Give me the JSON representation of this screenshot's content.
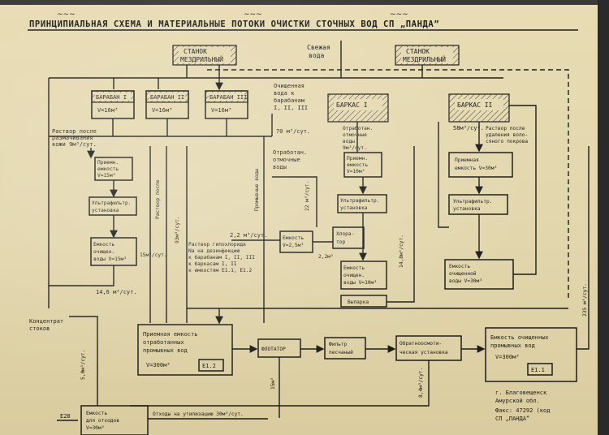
{
  "title": "ПРИНЦИПИАЛЬНАЯ СХЕМА И МАТЕРИАЛЬНЫЕ ПОТОКИ ОЧИСТКИ СТОЧНЫХ ВОД СП „ПАНДА”",
  "nodes": {
    "stanok_left": [
      "СТАНОК",
      "МЕЗДРИЛЬНЫЙ"
    ],
    "stanok_right": [
      "СТАНОК",
      "МЕЗДРИЛЬНЫЙ"
    ],
    "fresh_water": [
      "Свежая",
      "вода"
    ],
    "baraban1": [
      "БАРАБАН I",
      "V=16м³"
    ],
    "baraban2": [
      "БАРАБАН II",
      "V=16м³"
    ],
    "baraban3": [
      "БАРАБАН III",
      "V=16м³"
    ],
    "cleaned_water": [
      "Очищенная",
      "вода к",
      "барабанам",
      "I, II, III"
    ],
    "barkas1": "БАРКАС I",
    "barkas2": "БАРКАС II",
    "razm_solution": [
      "Раствор после",
      "размачивания",
      "кожи 9м³/сут."
    ],
    "recv_small": [
      "Приемн.",
      "емкость",
      "V=15м³"
    ],
    "ultra_left": [
      "Ультрафильтр.",
      "установка"
    ],
    "tank_left": [
      "Емкость",
      "очищен.",
      "воды V=15м³"
    ],
    "otrab1": [
      "Отработан.",
      "отмочные",
      "воды",
      "9м³/сут."
    ],
    "otrab2": [
      "Отработан.",
      "отмочные",
      "воды"
    ],
    "recv_mid": [
      "Приемн.",
      "емкость",
      "V=10м³"
    ],
    "ultra_mid": [
      "Ультрафильтр.",
      "установка"
    ],
    "tank_mid": [
      "Емкость",
      "очищен.",
      "воды V=10м³"
    ],
    "vyparka": "Выпарка",
    "hlorator": [
      "Хлора-",
      "тор"
    ],
    "tank_small": [
      "Емкость",
      "V=2,5м³"
    ],
    "chlorine": [
      "Раствор гипохлорида",
      "Na на дезинфекцию",
      "к барабанам I, II, III",
      "к баркасам I, II",
      "к емкостям E1.1, E1.2"
    ],
    "right_solution": [
      "Раствор после",
      "удаления воло-",
      "сяного покрова"
    ],
    "recv_right": [
      "Приемная",
      "емкость V=30м³"
    ],
    "ultra_right": [
      "Ультрафильтр.",
      "установка"
    ],
    "tank_right": [
      "Емкость",
      "очищенной",
      "воды V=30м³"
    ],
    "e12": [
      "Приемная емкость",
      "отработанных",
      "промывных вод",
      "V=300м³",
      "E1.2"
    ],
    "flotator": "ФЛОТАТОР",
    "sand_filter": [
      "Фильтр",
      "песчаный"
    ],
    "reverse_osmosis": [
      "Обратноосмоти-",
      "ческая установка"
    ],
    "e11": [
      "Емкость очищенных",
      "промывных вод",
      "V=300м³",
      "E1.1"
    ],
    "e28": "E28",
    "waste_tank": [
      "Емкость",
      "для отходов",
      "V=30м³"
    ],
    "waste_text": "Отходы на утилизацию 30м³/сут.",
    "concentrate": [
      "Концентрат",
      "стоков"
    ],
    "promyv": "Промывные воды",
    "stamp": [
      "г. Благовещенск",
      "Амурской обл.",
      "Факс: 47292 (код",
      "СП „ПАНДА”"
    ]
  },
  "flows": {
    "f70": "70 м³/сут.",
    "f58": "58м³/сут.",
    "f22": "22 м³/сут.",
    "f2_2": "2,2 м³/сут.",
    "f2_2b": "2,2м³",
    "f14_6": "14,6 м³/сут.",
    "f93": "93м³/сут.",
    "f14_8": "14,8м³/сут.",
    "f8_4": "8,4м³/сут.",
    "f5": "5,0м³/сут.",
    "f15": "15м³/сут.",
    "f235": "235 м³/сут.",
    "f15b": "15м³"
  }
}
